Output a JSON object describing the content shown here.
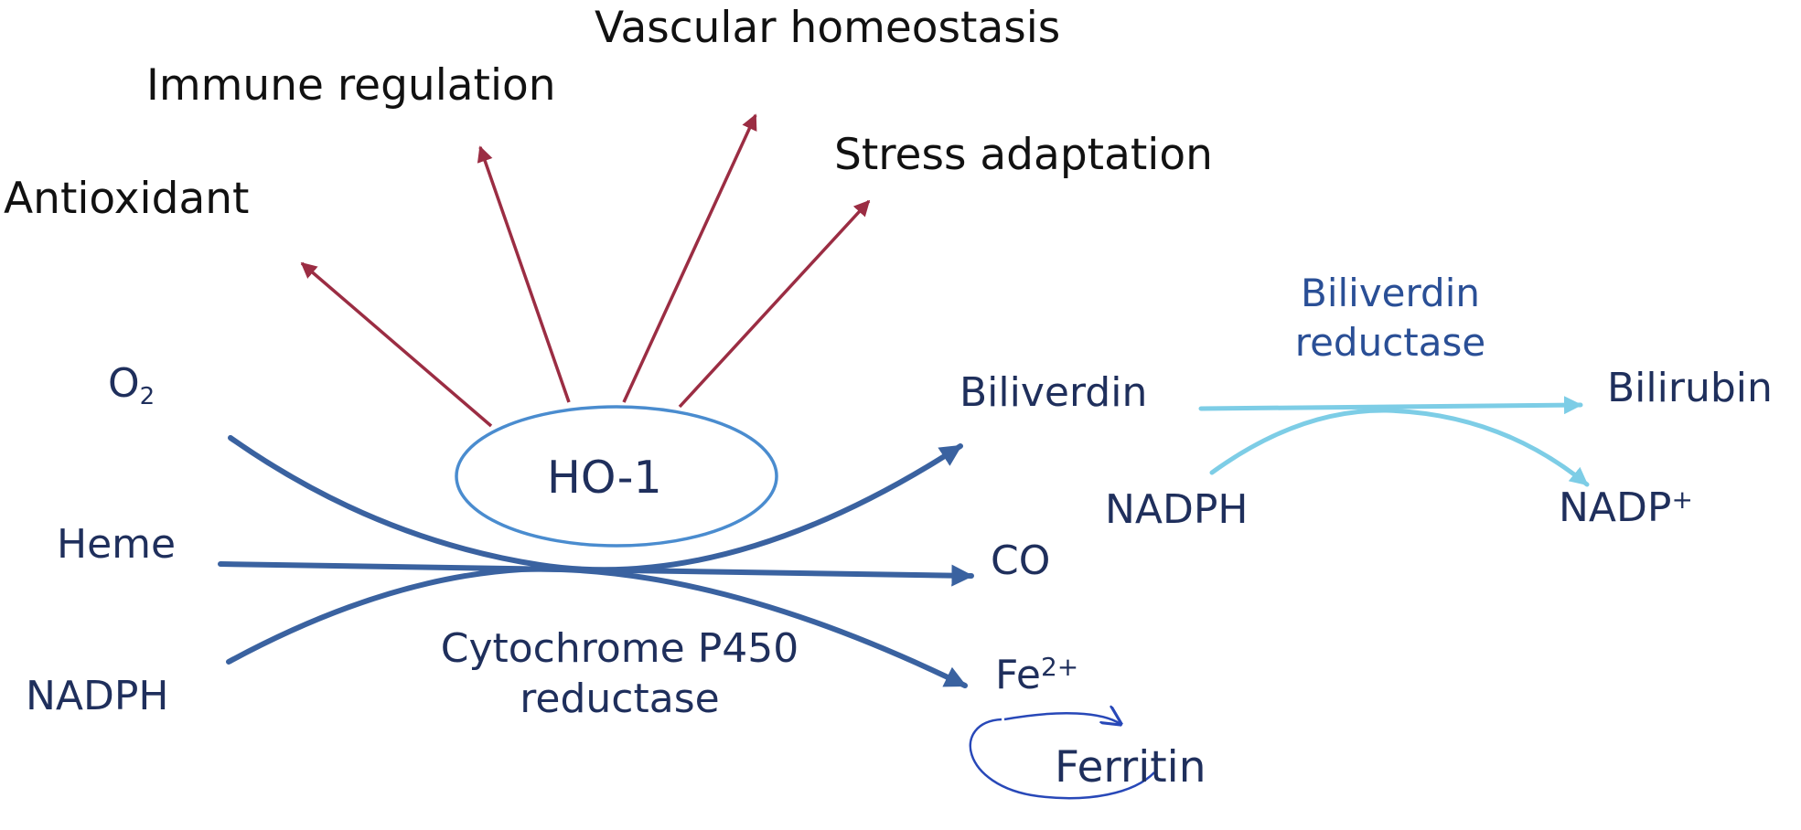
{
  "effects": {
    "antioxidant": "Antioxidant",
    "immune_regulation": "Immune regulation",
    "vascular_homeostasis": "Vascular homeostasis",
    "stress_adaptation": "Stress adaptation"
  },
  "enzyme": {
    "ho1": "HO-1"
  },
  "substrates": {
    "o2_base": "O",
    "o2_sub": "2",
    "heme": "Heme",
    "nadph": "NADPH"
  },
  "cofactor": {
    "cytochrome_line1": "Cytochrome P450",
    "cytochrome_line2": "reductase"
  },
  "products": {
    "biliverdin": "Biliverdin",
    "co": "CO",
    "fe_base": "Fe",
    "fe_sup": "2+",
    "ferritin": "Ferritin"
  },
  "bvr_reaction": {
    "enzyme_line1": "Biliverdin",
    "enzyme_line2": "reductase",
    "bilirubin": "Bilirubin",
    "nadph": "NADPH",
    "nadp_base": "NADP",
    "nadp_sup": "+"
  },
  "colors": {
    "effect_arrows": "#9b2d43",
    "pathway_arrows": "#3a62a0",
    "ho1_ellipse": "#4a8ccf",
    "bvr_arrows": "#7dcde6",
    "ferritin_loop": "#2848b8"
  }
}
